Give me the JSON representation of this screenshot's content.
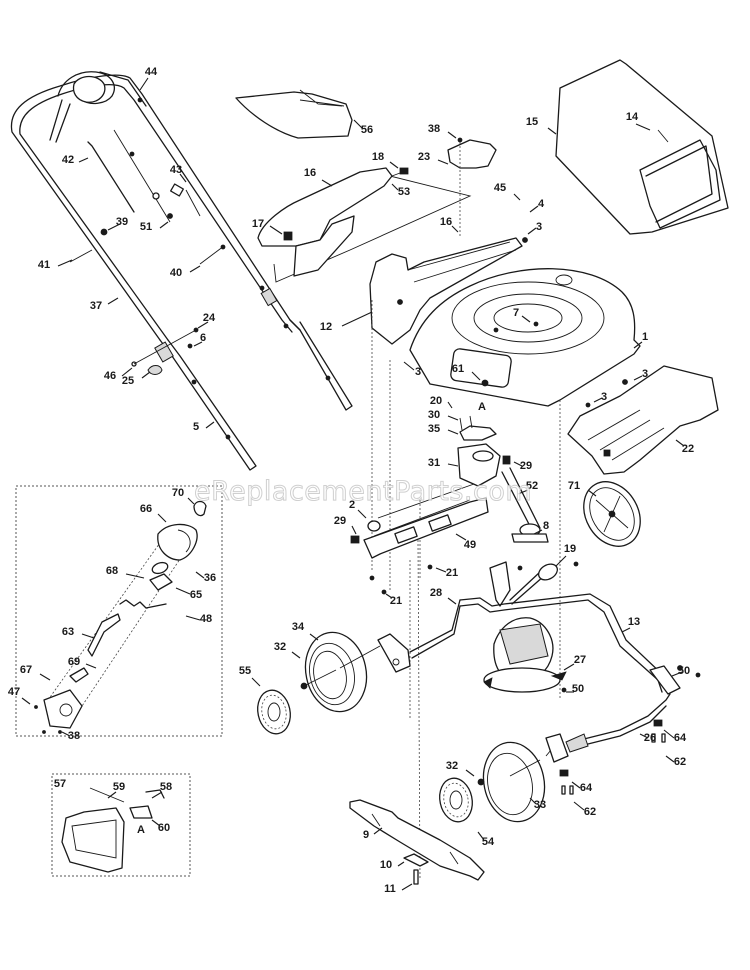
{
  "diagram": {
    "title": "Lawn Mower Parts Diagram",
    "watermark": "eReplacementParts.com",
    "callouts": [
      {
        "id": "c1",
        "label": "1",
        "part": "deck"
      },
      {
        "id": "c2",
        "label": "2",
        "part": "bearing-bracket"
      },
      {
        "id": "c3a",
        "label": "3",
        "part": "screw"
      },
      {
        "id": "c3b",
        "label": "3",
        "part": "screw"
      },
      {
        "id": "c3c",
        "label": "3",
        "part": "screw"
      },
      {
        "id": "c3d",
        "label": "3",
        "part": "screw"
      },
      {
        "id": "c4",
        "label": "4",
        "part": "nut"
      },
      {
        "id": "c5",
        "label": "5",
        "part": "lower-handle"
      },
      {
        "id": "c6",
        "label": "6",
        "part": "bolt"
      },
      {
        "id": "c7",
        "label": "7",
        "part": "engine-bolt"
      },
      {
        "id": "c8",
        "label": "8",
        "part": "pulley"
      },
      {
        "id": "c9",
        "label": "9",
        "part": "blade"
      },
      {
        "id": "c10",
        "label": "10",
        "part": "blade-adapter"
      },
      {
        "id": "c11",
        "label": "11",
        "part": "blade-bolt"
      },
      {
        "id": "c12",
        "label": "12",
        "part": "rear-hinge"
      },
      {
        "id": "c13",
        "label": "13",
        "part": "front-axle"
      },
      {
        "id": "c14",
        "label": "14",
        "part": "bag-handle"
      },
      {
        "id": "c15",
        "label": "15",
        "part": "grass-bag"
      },
      {
        "id": "c16a",
        "label": "16",
        "part": "rear-door"
      },
      {
        "id": "c16b",
        "label": "16",
        "part": "rear-door-rod"
      },
      {
        "id": "c17",
        "label": "17",
        "part": "spring"
      },
      {
        "id": "c18",
        "label": "18",
        "part": "spring"
      },
      {
        "id": "c19",
        "label": "19",
        "part": "cable-bracket"
      },
      {
        "id": "c20",
        "label": "20",
        "part": "screw"
      },
      {
        "id": "c21a",
        "label": "21",
        "part": "screw"
      },
      {
        "id": "c21b",
        "label": "21",
        "part": "screw"
      },
      {
        "id": "c22",
        "label": "22",
        "part": "side-discharge-chute"
      },
      {
        "id": "c23",
        "label": "23",
        "part": "chute-door"
      },
      {
        "id": "c24",
        "label": "24",
        "part": "nut"
      },
      {
        "id": "c25",
        "label": "25",
        "part": "handle-knob"
      },
      {
        "id": "c26",
        "label": "26",
        "part": "rear-axle"
      },
      {
        "id": "c27",
        "label": "27",
        "part": "belt-guide"
      },
      {
        "id": "c28",
        "label": "28",
        "part": "drive-cable"
      },
      {
        "id": "c29a",
        "label": "29",
        "part": "bushing"
      },
      {
        "id": "c29b",
        "label": "29",
        "part": "bushing"
      },
      {
        "id": "c30",
        "label": "30",
        "part": "spring"
      },
      {
        "id": "c31",
        "label": "31",
        "part": "transmission"
      },
      {
        "id": "c32a",
        "label": "32",
        "part": "wheel-nut"
      },
      {
        "id": "c32b",
        "label": "32",
        "part": "wheel-nut"
      },
      {
        "id": "c33",
        "label": "33",
        "part": "wheel"
      },
      {
        "id": "c34",
        "label": "34",
        "part": "wheel"
      },
      {
        "id": "c35",
        "label": "35",
        "part": "bracket"
      },
      {
        "id": "c36",
        "label": "36",
        "part": "screw"
      },
      {
        "id": "c37",
        "label": "37",
        "part": "upper-handle"
      },
      {
        "id": "c38a",
        "label": "38",
        "part": "screw"
      },
      {
        "id": "c38b",
        "label": "38",
        "part": "screw"
      },
      {
        "id": "c39",
        "label": "39",
        "part": "knob"
      },
      {
        "id": "c40",
        "label": "40",
        "part": "bolt"
      },
      {
        "id": "c41",
        "label": "41",
        "part": "bolt"
      },
      {
        "id": "c42",
        "label": "42",
        "part": "control-rod"
      },
      {
        "id": "c43",
        "label": "43",
        "part": "cable-tie"
      },
      {
        "id": "c44",
        "label": "44",
        "part": "control-bail"
      },
      {
        "id": "c45",
        "label": "45",
        "part": "bolt"
      },
      {
        "id": "c46",
        "label": "46",
        "part": "washer"
      },
      {
        "id": "c47",
        "label": "47",
        "part": "screw"
      },
      {
        "id": "c48",
        "label": "48",
        "part": "spring"
      },
      {
        "id": "c49",
        "label": "49",
        "part": "drive-bracket"
      },
      {
        "id": "c50a",
        "label": "50",
        "part": "nut"
      },
      {
        "id": "c50b",
        "label": "50",
        "part": "nut"
      },
      {
        "id": "c51",
        "label": "51",
        "part": "cable-clip"
      },
      {
        "id": "c52",
        "label": "52",
        "part": "drive-shaft"
      },
      {
        "id": "c53",
        "label": "53",
        "part": "rod"
      },
      {
        "id": "c54",
        "label": "54",
        "part": "hubcap"
      },
      {
        "id": "c55",
        "label": "55",
        "part": "hubcap"
      },
      {
        "id": "c56",
        "label": "56",
        "part": "mulch-plug"
      },
      {
        "id": "c57",
        "label": "57",
        "part": "bag-frame-assembly"
      },
      {
        "id": "c58",
        "label": "58",
        "part": "clip"
      },
      {
        "id": "c59",
        "label": "59",
        "part": "rod"
      },
      {
        "id": "c60",
        "label": "60",
        "part": "bracket"
      },
      {
        "id": "c61",
        "label": "61",
        "part": "label"
      },
      {
        "id": "c62a",
        "label": "62",
        "part": "bolt"
      },
      {
        "id": "c62b",
        "label": "62",
        "part": "bolt"
      },
      {
        "id": "c63",
        "label": "63",
        "part": "lever"
      },
      {
        "id": "c64a",
        "label": "64",
        "part": "bracket"
      },
      {
        "id": "c64b",
        "label": "64",
        "part": "bracket"
      },
      {
        "id": "c65",
        "label": "65",
        "part": "gasket"
      },
      {
        "id": "c66",
        "label": "66",
        "part": "height-adjuster-cover"
      },
      {
        "id": "c67",
        "label": "67",
        "part": "base-plate"
      },
      {
        "id": "c68",
        "label": "68",
        "part": "pivot"
      },
      {
        "id": "c69",
        "label": "69",
        "part": "latch"
      },
      {
        "id": "c70",
        "label": "70",
        "part": "knob"
      },
      {
        "id": "c71",
        "label": "71",
        "part": "gear-wheel"
      }
    ],
    "reference_marks": [
      {
        "id": "refA1",
        "label": "A"
      },
      {
        "id": "refA2",
        "label": "A"
      }
    ]
  }
}
